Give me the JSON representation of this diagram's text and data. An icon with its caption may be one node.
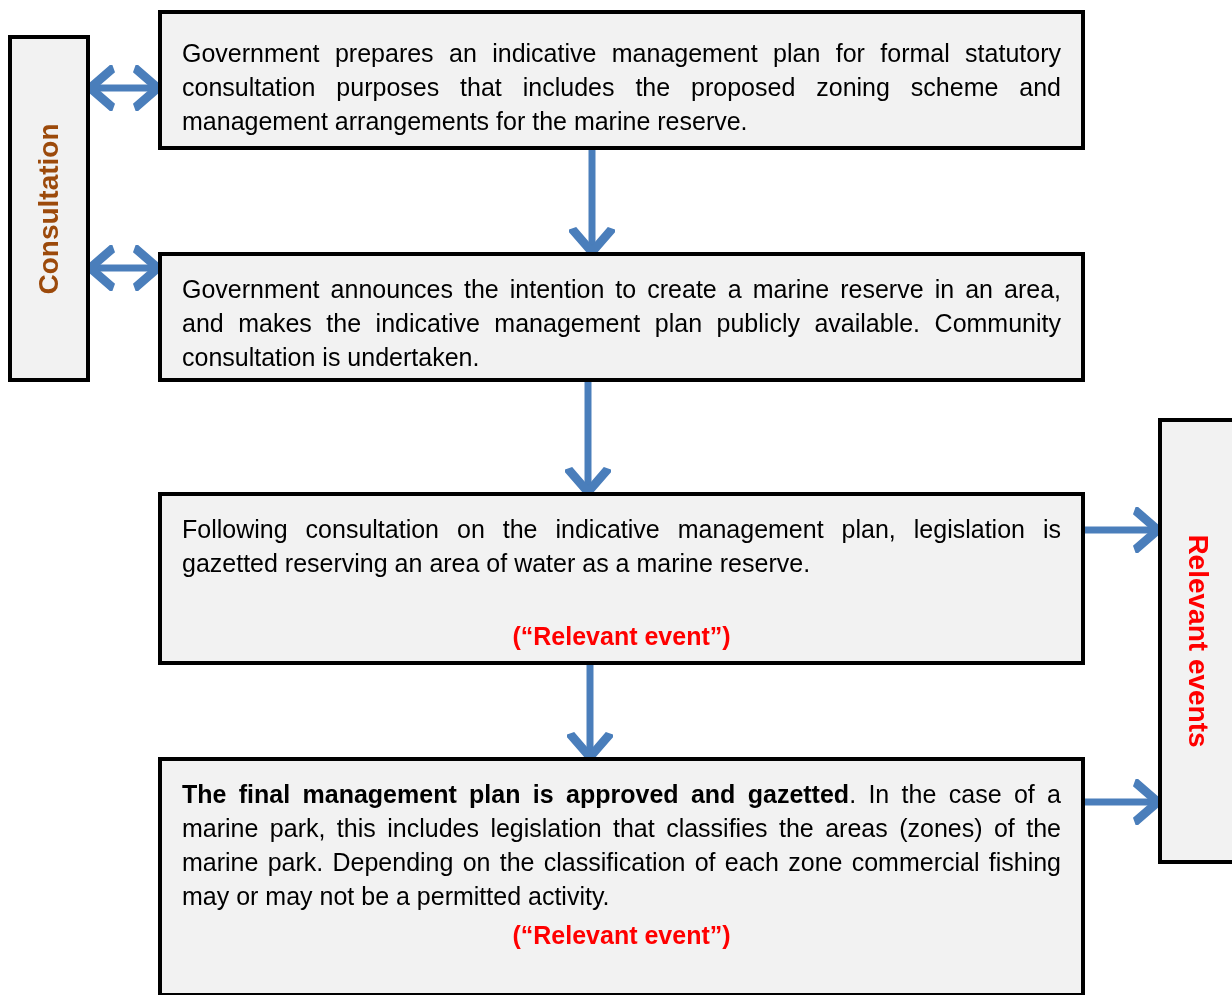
{
  "diagram": {
    "nodes": [
      {
        "text": [
          "Consultation"
        ]
      },
      {
        "text": [
          "Government prepares an indicative management plan for formal statutory consultation purposes that includes the proposed zoning scheme and management arrangements for the marine reserve."
        ]
      },
      {
        "text": [
          "Government announces the intention to create a marine reserve in an area, and makes the indicative management plan publicly available. Community consultation is undertaken."
        ]
      },
      {
        "text": [
          "Following consultation on the indicative management plan, legislation is gazetted reserving an area of water as a marine reserve.",
          "(“Relevant event”)"
        ]
      },
      {
        "text": [
          "**The final management plan is approved and gazetted**. In the case of a marine park, this includes legislation that classifies the areas (zones) of the marine park. Depending on the classification of each zone commercial fishing may or may not be a permitted activity.",
          "(“Relevant event”)"
        ]
      },
      {
        "text": [
          "Relevant events"
        ]
      }
    ],
    "edges": [
      {
        "from": 0,
        "to": 1,
        "arrow": "both"
      },
      {
        "from": 0,
        "to": 2,
        "arrow": "both"
      },
      {
        "from": 1,
        "to": 2,
        "arrow": "to"
      },
      {
        "from": 2,
        "to": 3,
        "arrow": "to"
      },
      {
        "from": 3,
        "to": 4,
        "arrow": "to"
      },
      {
        "from": 3,
        "to": 5,
        "arrow": "to"
      },
      {
        "from": 4,
        "to": 5,
        "arrow": "to"
      }
    ]
  }
}
